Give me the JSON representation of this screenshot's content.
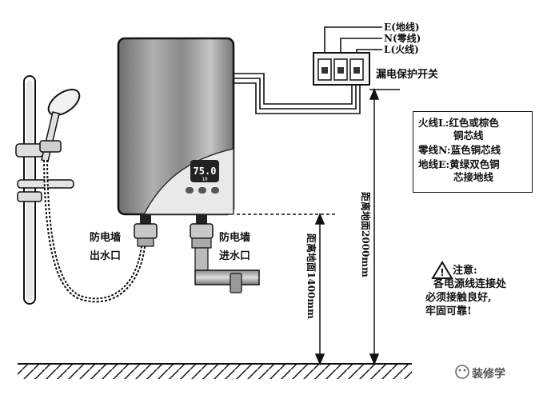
{
  "wires": {
    "earth": "E(地线)",
    "neutral": "N(零线)",
    "live": "L(火线)"
  },
  "breaker_label": "漏电保护开关",
  "legend": {
    "live_line1": "火线L:红色或棕色",
    "live_line2": "铜芯线",
    "neutral_line": "零线N:蓝色铜芯线",
    "earth_line1": "地线E:黄绿双色铜",
    "earth_line2": "芯接地线"
  },
  "outlet_label": {
    "line1": "防电墙",
    "line2": "出水口"
  },
  "inlet_label": {
    "line1": "防电墙",
    "line2": "进水口"
  },
  "heater_display": {
    "reading": "75.0",
    "sub": "10"
  },
  "dim_1400": "距离地面1400mm",
  "dim_2000": "距离地面2000mm",
  "note": {
    "title": "注意:",
    "line1": "各电源线连接处",
    "line2": "必须接触良好,",
    "line3": "牢固可靠!"
  },
  "brand": "装修学",
  "colors": {
    "line": "#111111",
    "heater_dark": "#5a5a5a",
    "heater_light": "#d6d6d6",
    "panel": "#e8e8e8"
  }
}
